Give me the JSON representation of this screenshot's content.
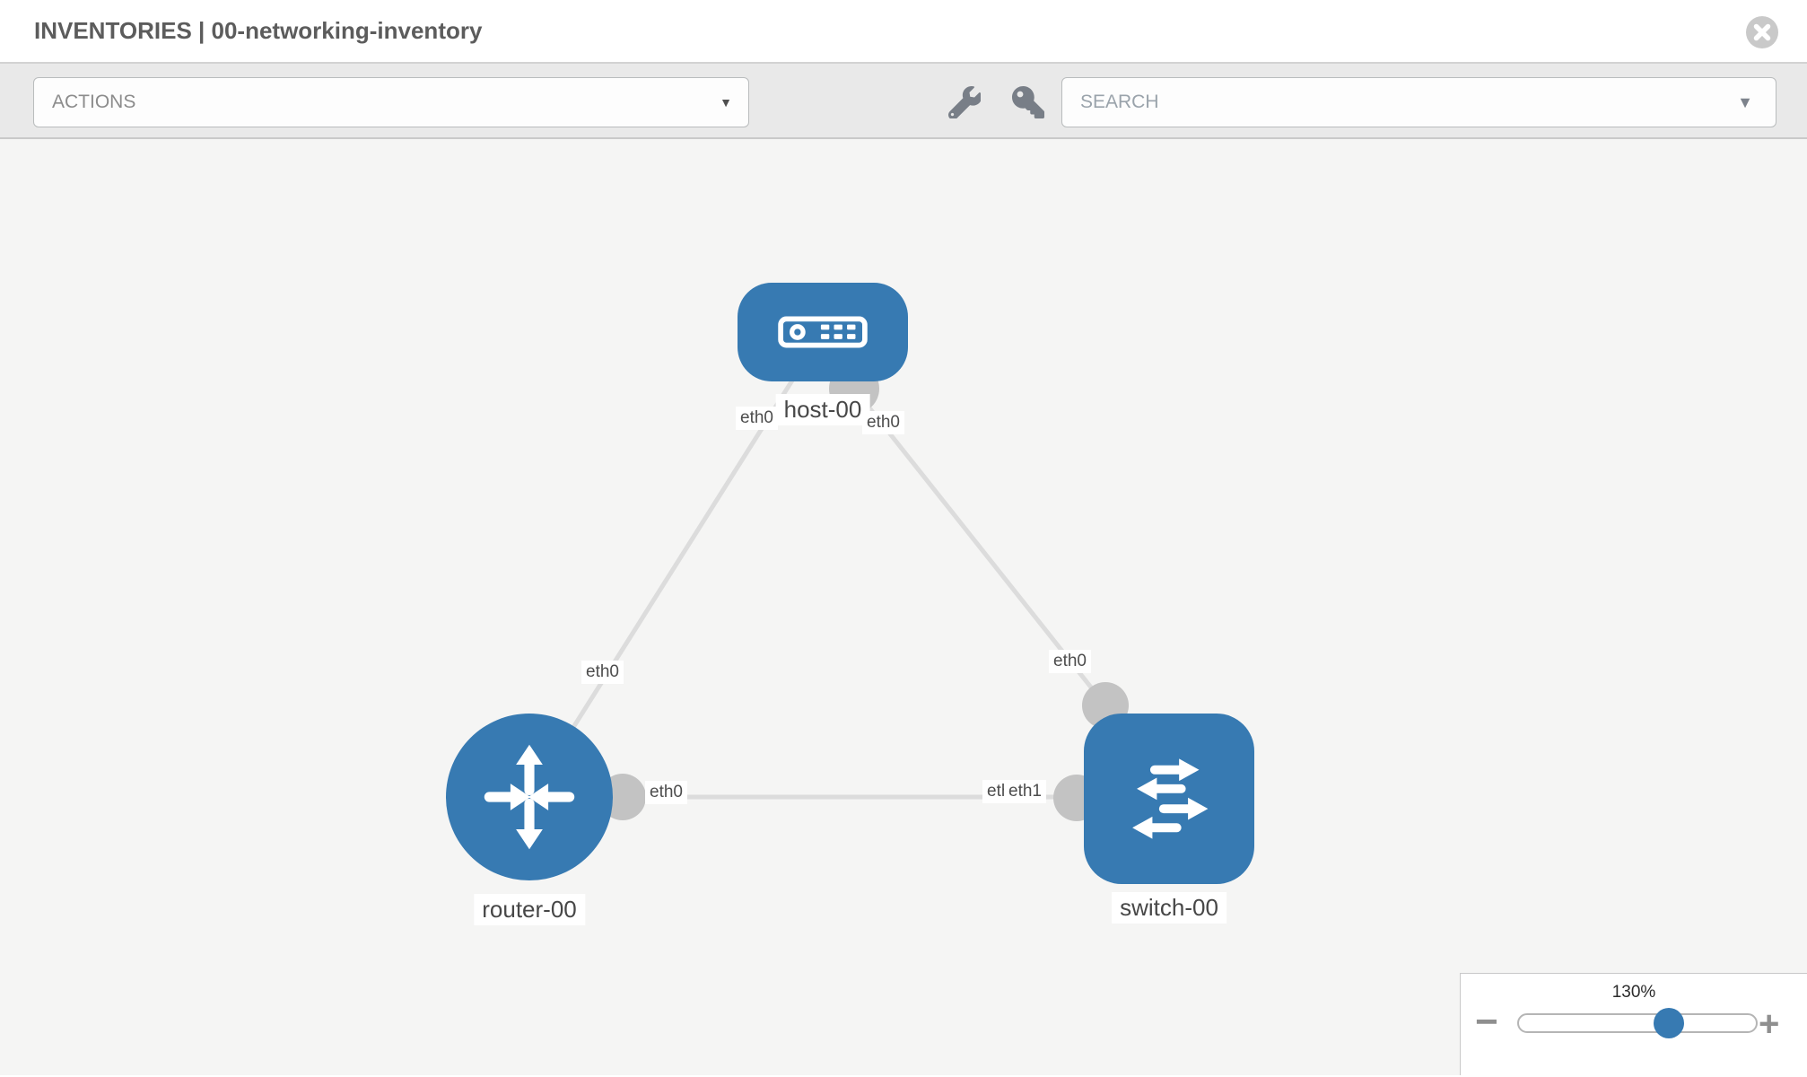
{
  "header": {
    "title": "INVENTORIES | 00-networking-inventory"
  },
  "toolbar": {
    "actions_label": "ACTIONS",
    "search_placeholder": "SEARCH"
  },
  "icons": {
    "caret": "▼",
    "zoom_out": "−",
    "zoom_in": "+",
    "toolbar_tools": [
      "wrench-icon",
      "key-icon"
    ],
    "close": "circle-x-icon"
  },
  "topology": {
    "nodes": [
      {
        "id": "host-00",
        "type": "host",
        "label": "host-00"
      },
      {
        "id": "router-00",
        "type": "router",
        "label": "router-00"
      },
      {
        "id": "switch-00",
        "type": "switch",
        "label": "switch-00"
      }
    ],
    "links": [
      {
        "from": "router-00",
        "from_interface": "eth0",
        "to": "host-00",
        "to_interface": "eth0"
      },
      {
        "from": "host-00",
        "from_interface": "eth0",
        "to": "switch-00",
        "to_interface": "eth0"
      },
      {
        "from": "router-00",
        "from_interface": "eth0",
        "to": "switch-00",
        "to_interface": "eth1"
      }
    ],
    "iface_labels": {
      "host_left": "eth0",
      "host_right": "eth0",
      "link_rh_mid": "eth0",
      "switch_top": "eth0",
      "router_right": "eth0",
      "switch_left_under": "eth0",
      "switch_left_over": "eth1"
    }
  },
  "zoom_control": {
    "level": "130%"
  },
  "colors": {
    "node_blue": "#377ab2",
    "link_gray": "#dcdcdc",
    "interface_gray": "#c3c3c3",
    "toolbar_bg": "#e9e9e9",
    "canvas_bg": "#f5f5f4"
  }
}
